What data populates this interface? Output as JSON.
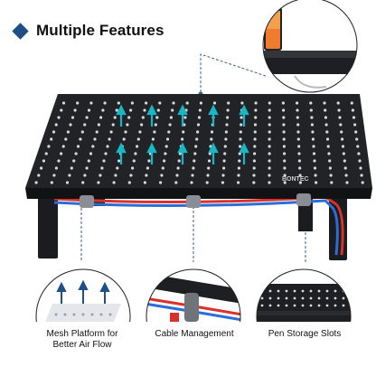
{
  "header": {
    "title": "Multiple Features",
    "bullet_color": "#1d4f86"
  },
  "product": {
    "brand_mark": "BONTEC"
  },
  "callouts": [
    {
      "label": "Mesh Platform for\nBetter Air Flow",
      "icon": "airflow-mesh"
    },
    {
      "label": "Cable Management",
      "icon": "cable-clip"
    },
    {
      "label": "Pen Storage Slots",
      "icon": "perforated-slot"
    }
  ],
  "colors": {
    "stand": "#1e1f22",
    "airflow_arrow": "#17b7c6",
    "cable_red": "#d8322a",
    "cable_blue": "#2b6ed8",
    "callout_line": "#3a5f8a"
  }
}
